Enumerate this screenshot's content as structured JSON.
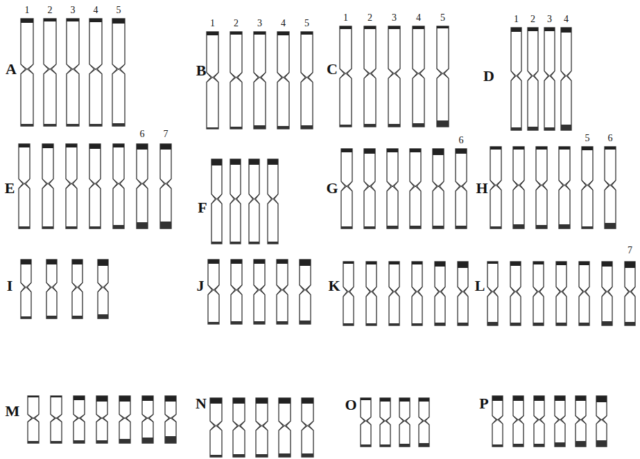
{
  "diagram": {
    "labels": [
      "1",
      "2",
      "3",
      "4",
      "5",
      "1",
      "2",
      "3",
      "4",
      "5",
      "1",
      "2",
      "3",
      "4",
      "5",
      "1",
      "2",
      "3",
      "4",
      "A",
      "B",
      "C",
      "D",
      "6",
      "7",
      "6",
      "5",
      "6",
      "E",
      "F",
      "G",
      "H",
      "7",
      "I",
      "J",
      "K",
      "L",
      "M",
      "N",
      "O",
      "P"
    ]
  }
}
